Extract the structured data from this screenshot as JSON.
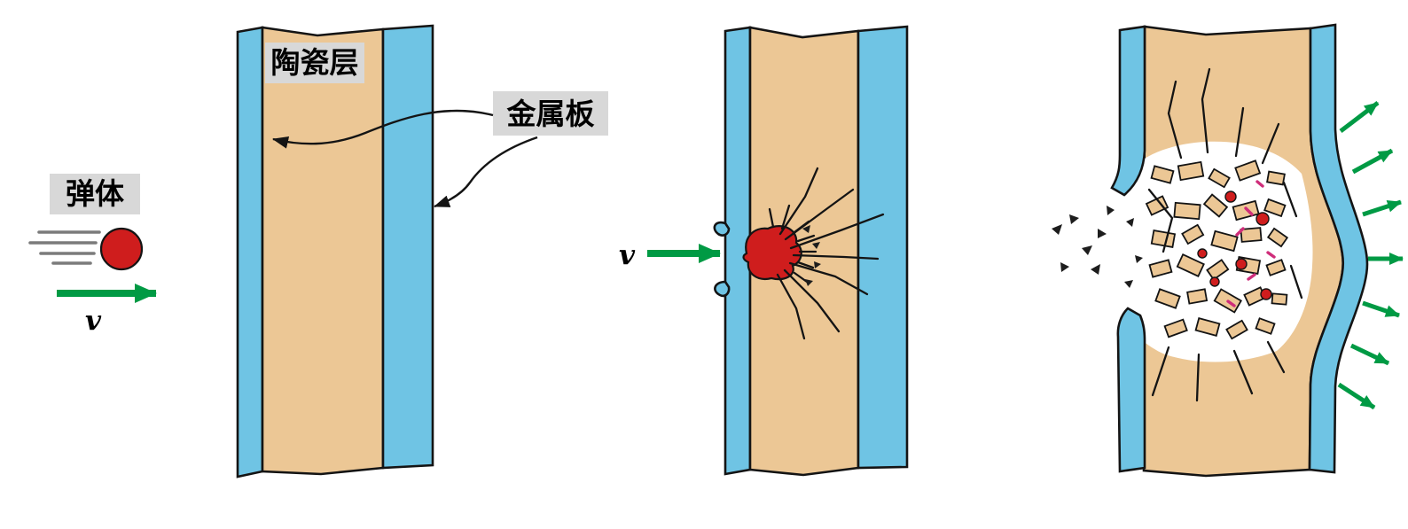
{
  "diagram": {
    "labels": {
      "ceramic_layer": "陶瓷层",
      "metal_plate": "金属板",
      "projectile": "弹体",
      "velocity": "v"
    },
    "colors": {
      "metal_blue": "#6fc4e4",
      "ceramic_tan": "#ecc795",
      "projectile_red": "#cf1d1d",
      "arrow_green": "#009a44",
      "label_bg": "#d8d8d8",
      "outline": "#141414"
    }
  }
}
